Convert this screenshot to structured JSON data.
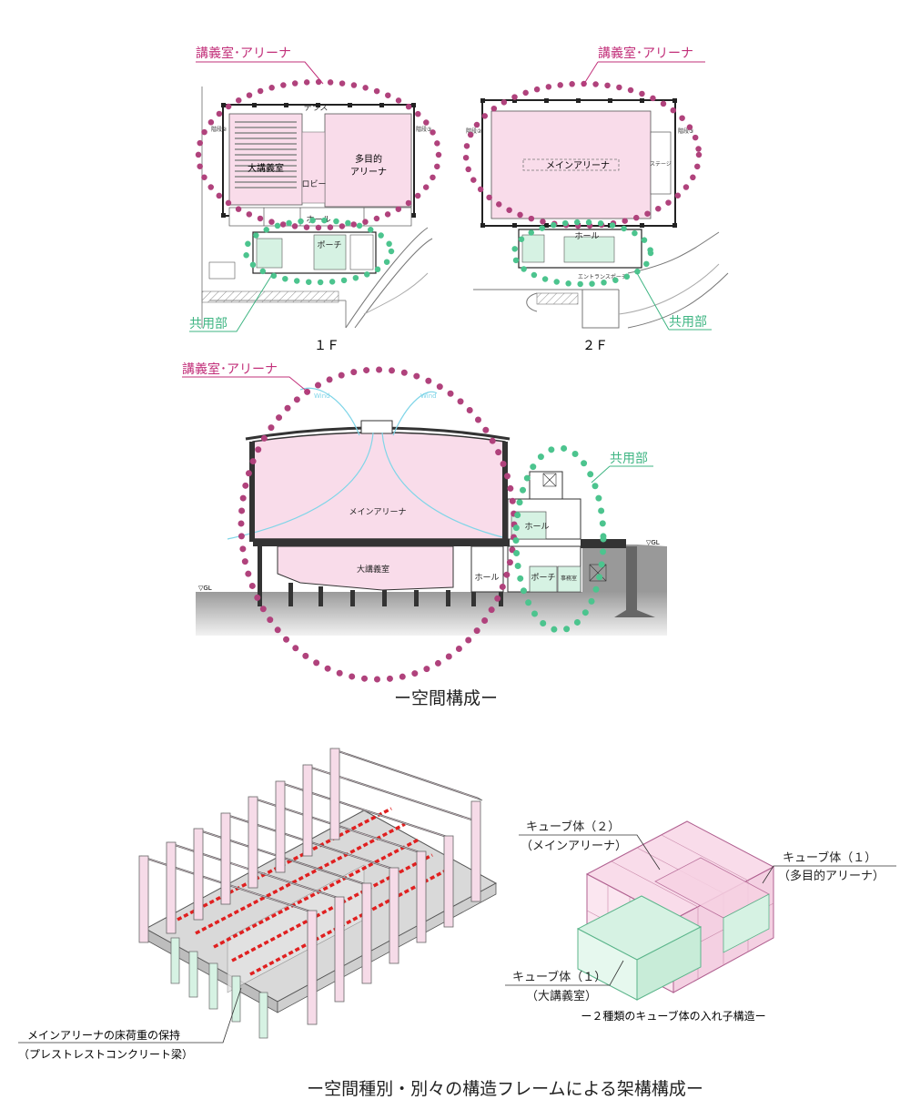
{
  "labels": {
    "lecture_arena": "講義室･アリーナ",
    "common": "共用部",
    "floor1": "１Ｆ",
    "floor2": "２Ｆ"
  },
  "plan1f": {
    "terrace": "テラス",
    "big_lecture": "大講義室",
    "lobby": "ロビー",
    "multi_arena_1": "多目的",
    "multi_arena_2": "アリーナ",
    "hall": "ホール",
    "porch": "ポーチ",
    "stair_2": "階段②",
    "stair_3": "階段③"
  },
  "plan2f": {
    "main_arena": "メインアリーナ",
    "stage": "ステージ",
    "hall": "ホール",
    "entrance_porch": "エントランスポーチ",
    "stair_2": "階段②",
    "stair_3": "階段③"
  },
  "section": {
    "main_arena": "メインアリーナ",
    "big_lecture": "大講義室",
    "hall_upper": "ホール",
    "hall_lower": "ホール",
    "porch": "ポーチ",
    "office": "事務室",
    "gl_left": "▽GL",
    "gl_right": "▽GL",
    "wind_left": "Wind",
    "wind_right": "Wind"
  },
  "captions": {
    "space_composition": "ー空間構成ー",
    "frame_composition": "ー空間種別・別々の構造フレームによる架構構成ー",
    "nested_structure": "ー２種類のキューブ体の入れ子構造ー"
  },
  "frame": {
    "beam_note_1": "メインアリーナの床荷重の保持",
    "beam_note_2": "（プレストレストコンクリート梁）"
  },
  "cubes": {
    "cube2_title": "キューブ体（２）",
    "cube2_sub": "（メインアリーナ）",
    "cube1a_title": "キューブ体（１）",
    "cube1a_sub": "（多目的アリーナ）",
    "cube1b_title": "キューブ体（１）",
    "cube1b_sub": "（大講義室）"
  },
  "colors": {
    "pink_label": "#c2307a",
    "green_label": "#3fb583",
    "pink_fill": "#f9dcea",
    "green_fill": "#d6f2e3",
    "beam_red": "#e02020"
  }
}
